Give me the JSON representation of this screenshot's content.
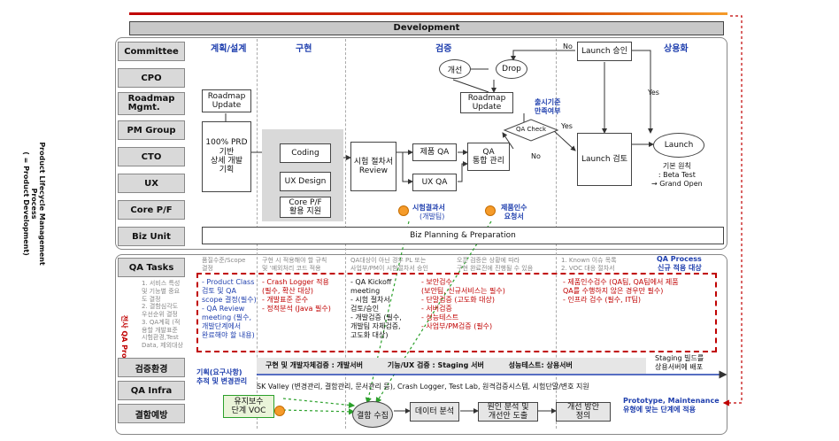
{
  "header": {
    "title": "Development"
  },
  "side": {
    "plm": "Product Lifecycle Management Process\n( = Product Development)",
    "qa": "전사 QA Process"
  },
  "rows": [
    "Committee",
    "CPO",
    "Roadmap\nMgmt.",
    "PM Group",
    "CTO",
    "UX",
    "Core P/F",
    "Biz Unit"
  ],
  "phases": [
    "계획/설계",
    "구현",
    "검증",
    "상용화"
  ],
  "nodes": {
    "roadmap1": "Roadmap\nUpdate",
    "prd": "100% PRD\n기반\n상세 개발\n기획",
    "coding": "Coding",
    "uxdesign": "UX Design",
    "corepf": "Core P/F\n활용 지원",
    "review": "시험 절차서\nReview",
    "productqa": "제품 QA",
    "uxqa": "UX QA",
    "qamgmt": "QA\n통합 관리",
    "qacheck": "QA Check",
    "gaeseon": "개선",
    "drop": "Drop",
    "roadmap2": "Roadmap\nUpdate",
    "launchapprove": "Launch 승인",
    "launchreview": "Launch 검토",
    "launch": "Launch",
    "bizplan": "Biz Planning & Preparation"
  },
  "labels": {
    "release": "출시기준\n만족여부",
    "no1": "No",
    "no2": "No",
    "yes1": "Yes",
    "yes2": "Yes",
    "testresult": "시험결과서",
    "testresult_sub": "(개발팀)",
    "handover": "제품인수\n요청서",
    "betatest": "기본 원칙\n: Beta Test\n→ Grand Open"
  },
  "qa": {
    "tasks": "QA Tasks",
    "notes": [
      "품질수준/Scope\n결정",
      "구현 시 적용해야 할 규칙\n및 '예외처리 코드 적용",
      "QA대상이 아닌 경우 PL 또는\n사업부/PM이 시험절차서 승인",
      "오픈 검증은 상황에 따라\n구현 완료전에 진행될 수 있음",
      "1. Known 이슈 목록\n2. VOC 대응 절차서"
    ],
    "process_title": "QA Process\n신규 적용 대상",
    "left_note": "1. 서비스 특성\n및 기능별 중요\n도 결정\n2. 결함심각도\n우선순위 결정\n3. QA계획 (적\n용할 개발표준\n시험환경,Test\nData, 제외대상",
    "col1": "- Product Class\n검토 및 QA\nscope 결정(필수)\n- QA Review\nmeeting (필수,\n개발단계에서\n완료해야 할 내용)",
    "col2": "- Crash Logger 적용\n(필수, 확산 대상)\n- 개발표준 준수\n- 정적분석 (Java 필수)",
    "col3": "- QA Kickoff\nmeeting\n- 시험 절차서\n검토/승인\n- 개발검증 (필수,\n개발팀 자체검증,\n고도화 대상)",
    "col4": "- 보안검수\n(보안팀, 신규서비스는 필수)\n- 단말검증 (고도화 대상)\n- 서버검증\n- 성능테스트\n- 사업부/PM검증 (필수)",
    "col5": "- 제품인수검수 (QA팀, QA팀에서 제품\nQA를 수행하지 않은 경우만 필수)\n- 인프라 검수 (필수, IT팀)"
  },
  "env": {
    "label": "검증환경",
    "text": "구현 및 개발자체검증 : 개발서버          기능/UX 검증 : Staging 서버          성능테스트: 상용서버",
    "staging": "Staging 빌드를\n상용서버에 배포"
  },
  "infra": {
    "label": "QA Infra",
    "left": "기획(요구사항)\n추적 및 변경관리",
    "text": "SK Valley (변경관리, 결함관리, 문서관리 등), Crash Logger, Test Lab, 원격검증시스템, 시험단말/변호 지원"
  },
  "defect": {
    "label": "결함예방",
    "voc": "유지보수\n단계 VOC",
    "collect": "결함\n수집",
    "analysis": "데이터 분석",
    "cause": "원인 분석 및\n개선안 도출",
    "improve": "개선 방안\n정의",
    "proto": "Prototype, Maintenance\n유형에 맞는 단계에 적용"
  }
}
